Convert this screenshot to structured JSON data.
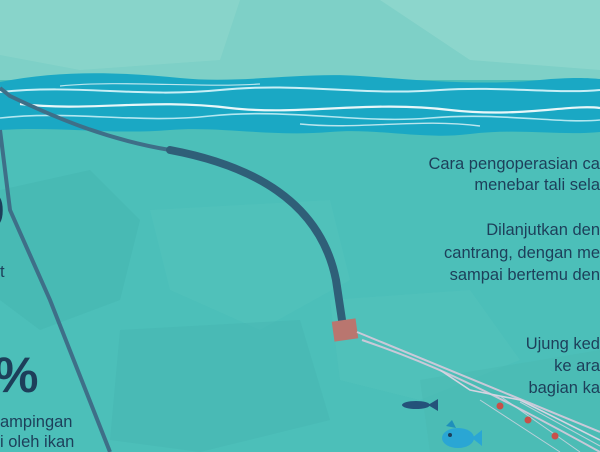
{
  "paragraphs": {
    "p1": {
      "line1": "Cara pengoperasian ca",
      "line2": "menebar tali sela"
    },
    "p2": {
      "line1": "Dilanjutkan den",
      "line2": "cantrang,   dengan me",
      "line3": "sampai bertemu den"
    },
    "p3": {
      "line1": "Ujung ked",
      "line2": "ke ara",
      "line3": "bagian ka"
    }
  },
  "left_fragments": {
    "big_top": "0",
    "mark_small": "t",
    "percent": "%",
    "line1": "ampingan",
    "line2": "i oleh ikan"
  },
  "colors": {
    "sea": "#4cbfb9",
    "wave": "#1aa8c4",
    "text": "#1d3f5a",
    "rope": "#3e6f88",
    "net_float": "#c8504a"
  }
}
